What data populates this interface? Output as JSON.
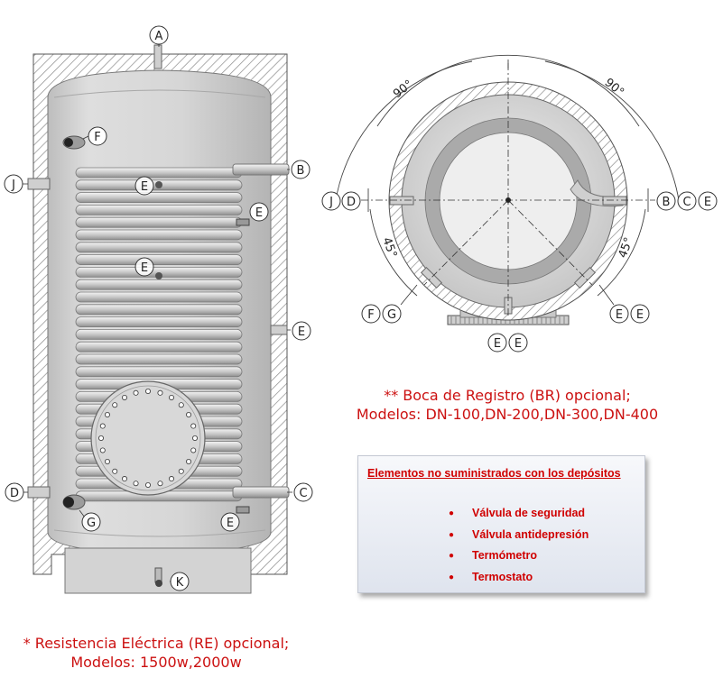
{
  "colors": {
    "note_red": "#cc1111",
    "box_red": "#d00000",
    "tank_fill": "#d9d9d9",
    "insulation_hatch": "#8a8a8a"
  },
  "labels": {
    "A": "A",
    "B": "B",
    "C": "C",
    "D": "D",
    "E": "E",
    "F": "F",
    "G": "G",
    "J": "J",
    "K": "K"
  },
  "top_view": {
    "angle_left": "90°",
    "angle_right": "90°",
    "angle_lower_left": "45°",
    "angle_lower_right": "45°"
  },
  "notes": {
    "br_line1": "** Boca de Registro (BR) opcional;",
    "br_line2": "Modelos: DN-100,DN-200,DN-300,DN-400",
    "re_line1": "* Resistencia Eléctrica (RE) opcional;",
    "re_line2": "Modelos: 1500w,2000w"
  },
  "box": {
    "title": "Elementos no suministrados con los depósitos",
    "items": [
      "Válvula de seguridad",
      "Válvula antidepresión",
      "Termómetro",
      "Termostato"
    ]
  }
}
